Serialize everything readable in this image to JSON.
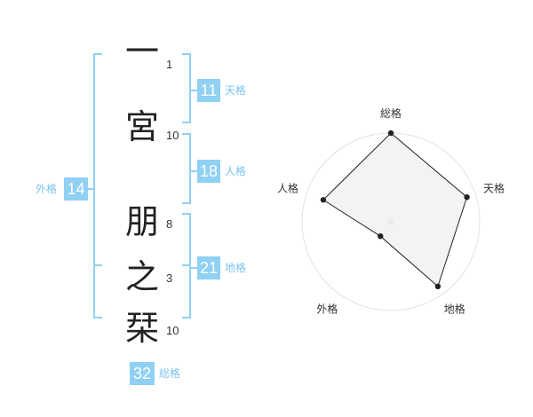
{
  "name": {
    "chars": [
      {
        "char": "一",
        "strokes": "1"
      },
      {
        "char": "宮",
        "strokes": "10"
      },
      {
        "char": "朋",
        "strokes": "8"
      },
      {
        "char": "之",
        "strokes": "3"
      },
      {
        "char": "栞",
        "strokes": "10"
      }
    ]
  },
  "scores": {
    "tenkaku": {
      "value": "11",
      "label": "天格"
    },
    "jinkaku": {
      "value": "18",
      "label": "人格"
    },
    "chikaku": {
      "value": "21",
      "label": "地格"
    },
    "gaikaku": {
      "value": "14",
      "label": "外格"
    },
    "soukaku": {
      "value": "32",
      "label": "総格"
    }
  },
  "colors": {
    "accent": "#8fd0f3",
    "label_text": "#7cc3ec",
    "radar_fill": "#f0f0f0",
    "radar_line": "#222222"
  },
  "chart_data": {
    "type": "radar",
    "axes": [
      "総格",
      "天格",
      "地格",
      "外格",
      "人格"
    ],
    "values": [
      5,
      4.5,
      4.5,
      1,
      4
    ],
    "rmax": 5
  }
}
